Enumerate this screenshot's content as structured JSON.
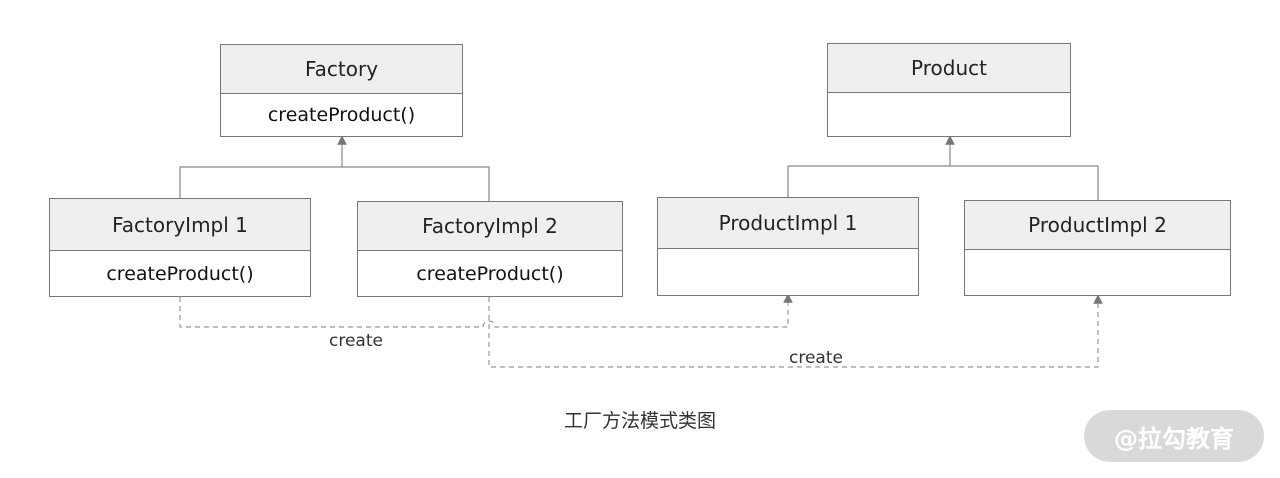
{
  "diagram": {
    "caption": "工厂方法模式类图",
    "watermark": "@拉勾教育",
    "classes": {
      "factory": {
        "name": "Factory",
        "method": "createProduct()"
      },
      "factory_impl_1": {
        "name": "FactoryImpl 1",
        "method": "createProduct()"
      },
      "factory_impl_2": {
        "name": "FactoryImpl 2",
        "method": "createProduct()"
      },
      "product": {
        "name": "Product",
        "method": ""
      },
      "product_impl_1": {
        "name": "ProductImpl 1",
        "method": ""
      },
      "product_impl_2": {
        "name": "ProductImpl 2",
        "method": ""
      }
    },
    "relations": {
      "create_1": "create",
      "create_2": "create"
    }
  }
}
